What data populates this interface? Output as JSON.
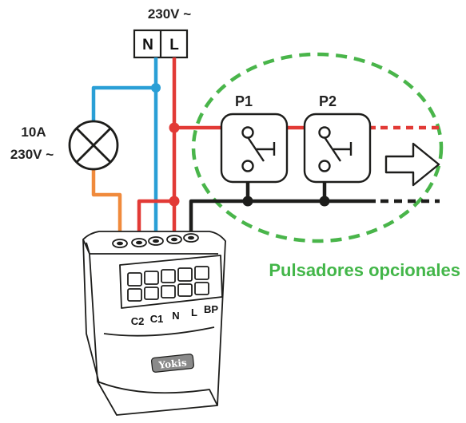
{
  "supply": {
    "voltage_label": "230V ~",
    "neutral_label": "N",
    "line_label": "L"
  },
  "lamp": {
    "current_label": "10A",
    "voltage_label": "230V ~"
  },
  "pushbuttons": [
    {
      "label": "P1"
    },
    {
      "label": "P2"
    }
  ],
  "optional_group": {
    "label": "Pulsadores opcionales"
  },
  "module": {
    "terminals": [
      {
        "label": "C2"
      },
      {
        "label": "C1"
      },
      {
        "label": "N"
      },
      {
        "label": "L"
      },
      {
        "label": "BP"
      }
    ],
    "brand": "Yokis"
  },
  "colors": {
    "neutral_wire": "#2a9fd6",
    "line_wire": "#e23a36",
    "load_wire": "#f08a3c",
    "pushbutton_wire": "#1d1d1b",
    "optional_outline": "#49b54a",
    "optional_text": "#43b649"
  }
}
